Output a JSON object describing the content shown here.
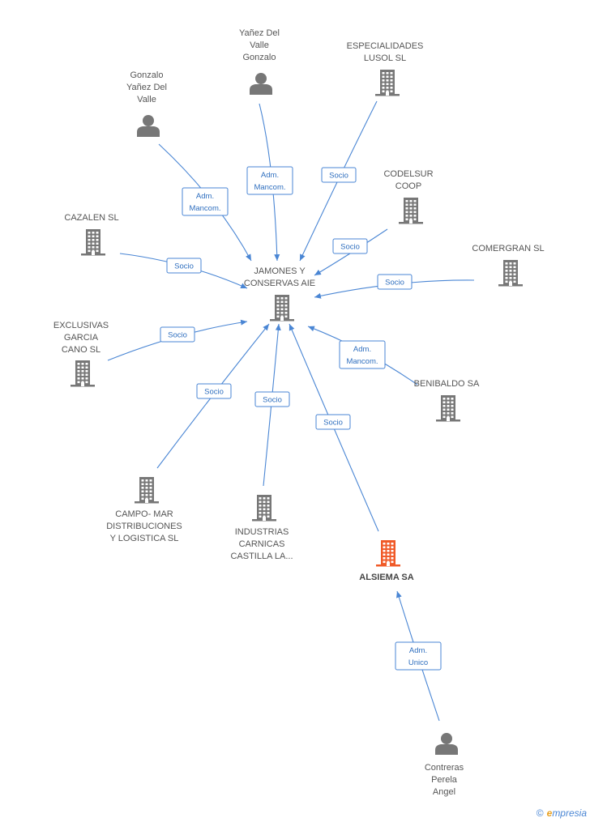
{
  "colors": {
    "edge": "#4a86d4",
    "node": "#777777",
    "highlight": "#f05a28"
  },
  "nodes": [
    {
      "id": "jamones",
      "type": "company",
      "lines": [
        "JAMONES Y",
        "CONSERVAS AIE"
      ],
      "name": "jamones-node"
    },
    {
      "id": "yanez1",
      "type": "person",
      "lines": [
        "Yañez Del",
        "Valle",
        "Gonzalo"
      ],
      "name": "yanez-del-valle-gonzalo-node"
    },
    {
      "id": "gonzalo",
      "type": "person",
      "lines": [
        "Gonzalo",
        "Yañez Del",
        "Valle"
      ],
      "name": "gonzalo-yanez-del-valle-node"
    },
    {
      "id": "especialidades",
      "type": "company",
      "lines": [
        "ESPECIALIDADES",
        "LUSOL SL"
      ],
      "name": "especialidades-lusol-node"
    },
    {
      "id": "codelsur",
      "type": "company",
      "lines": [
        "CODELSUR",
        "COOP"
      ],
      "name": "codelsur-coop-node"
    },
    {
      "id": "cazalen",
      "type": "company",
      "lines": [
        "CAZALEN SL"
      ],
      "name": "cazalen-node"
    },
    {
      "id": "comergran",
      "type": "company",
      "lines": [
        "COMERGRAN SL"
      ],
      "name": "comergran-node"
    },
    {
      "id": "exclusivas",
      "type": "company",
      "lines": [
        "EXCLUSIVAS",
        "GARCIA",
        "CANO SL"
      ],
      "name": "exclusivas-garcia-cano-node"
    },
    {
      "id": "benibaldo",
      "type": "company",
      "lines": [
        "BENIBALDO SA"
      ],
      "name": "benibaldo-node"
    },
    {
      "id": "campomar",
      "type": "company",
      "lines": [
        "CAMPO- MAR",
        "DISTRIBUCIONES",
        "Y LOGISTICA SL"
      ],
      "name": "campo-mar-node"
    },
    {
      "id": "industrias",
      "type": "company",
      "lines": [
        "INDUSTRIAS",
        "CARNICAS",
        "CASTILLA LA..."
      ],
      "name": "industrias-carnicas-node"
    },
    {
      "id": "alsiema",
      "type": "company-main",
      "lines": [
        "ALSIEMA SA"
      ],
      "name": "alsiema-node"
    },
    {
      "id": "contreras",
      "type": "person",
      "lines": [
        "Contreras",
        "Perela",
        "Angel"
      ],
      "name": "contreras-perela-angel-node"
    }
  ],
  "edges": [
    {
      "from": "yanez1",
      "to": "jamones",
      "lines": [
        "Adm.",
        "Mancom."
      ]
    },
    {
      "from": "gonzalo",
      "to": "jamones",
      "lines": [
        "Adm.",
        "Mancom."
      ]
    },
    {
      "from": "especialidades",
      "to": "jamones",
      "lines": [
        "Socio"
      ]
    },
    {
      "from": "codelsur",
      "to": "jamones",
      "lines": [
        "Socio"
      ]
    },
    {
      "from": "cazalen",
      "to": "jamones",
      "lines": [
        "Socio"
      ]
    },
    {
      "from": "comergran",
      "to": "jamones",
      "lines": [
        "Socio"
      ]
    },
    {
      "from": "exclusivas",
      "to": "jamones",
      "lines": [
        "Socio"
      ]
    },
    {
      "from": "benibaldo",
      "to": "jamones",
      "lines": [
        "Adm.",
        "Mancom."
      ]
    },
    {
      "from": "campomar",
      "to": "jamones",
      "lines": [
        "Socio"
      ]
    },
    {
      "from": "industrias",
      "to": "jamones",
      "lines": [
        "Socio"
      ]
    },
    {
      "from": "alsiema",
      "to": "jamones",
      "lines": [
        "Socio"
      ]
    },
    {
      "from": "contreras",
      "to": "alsiema",
      "lines": [
        "Adm.",
        "Unico"
      ]
    }
  ],
  "footer": {
    "copyright": "©",
    "brand_initial": "e",
    "brand_rest": "mpresia"
  }
}
